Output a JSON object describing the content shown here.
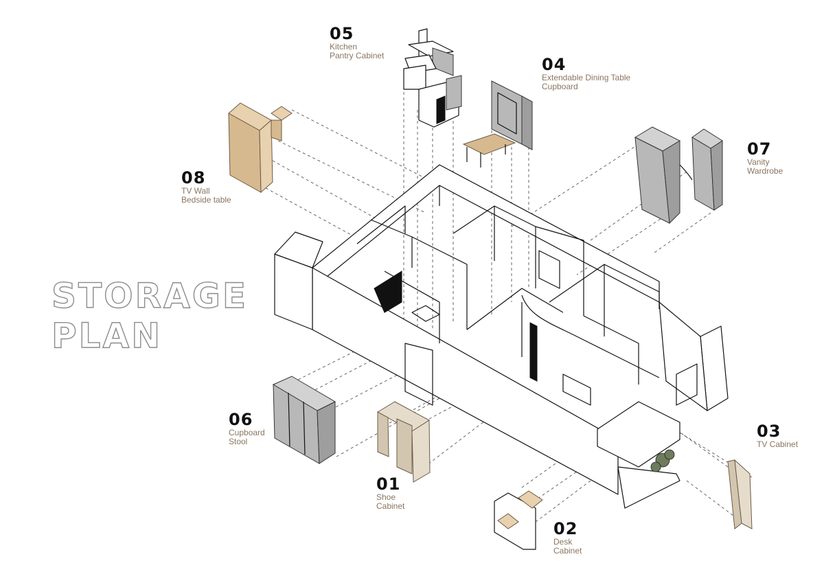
{
  "title": {
    "line1": "STORAGE",
    "line2": "PLAN"
  },
  "items": [
    {
      "id": "01",
      "number": "01",
      "lines": [
        "Shoe",
        "Cabinet"
      ]
    },
    {
      "id": "02",
      "number": "02",
      "lines": [
        "Desk",
        "Cabinet"
      ]
    },
    {
      "id": "03",
      "number": "03",
      "lines": [
        "TV Cabinet"
      ]
    },
    {
      "id": "04",
      "number": "04",
      "lines": [
        "Extendable Dining Table",
        "Cupboard"
      ]
    },
    {
      "id": "05",
      "number": "05",
      "lines": [
        "Kitchen",
        "Pantry Cabinet"
      ]
    },
    {
      "id": "06",
      "number": "06",
      "lines": [
        "Cupboard",
        "Stool"
      ]
    },
    {
      "id": "07",
      "number": "07",
      "lines": [
        "Vanity",
        "Wardrobe"
      ]
    },
    {
      "id": "08",
      "number": "08",
      "lines": [
        "TV Wall",
        "Bedside table"
      ]
    }
  ],
  "colors": {
    "line": "#111111",
    "number_text": "#111111",
    "label_text": "#8a7560",
    "wood": "#e8d1ae",
    "grey_cabinet": "#b8b8b8",
    "beige_cabinet": "#e6dccb",
    "title_outline": "#8c8c8c"
  }
}
